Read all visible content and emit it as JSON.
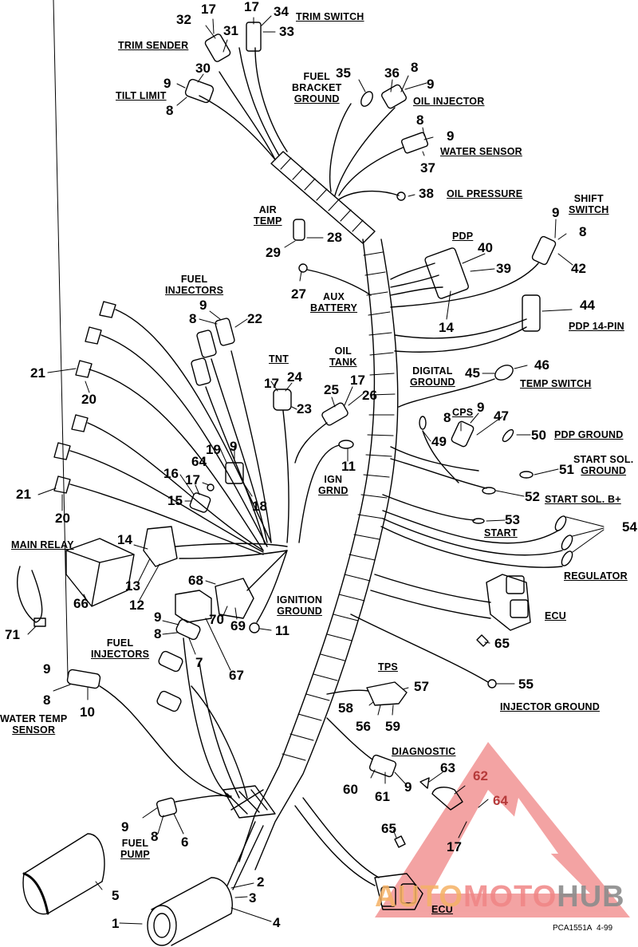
{
  "diagram": {
    "type": "exploded wiring harness parts diagram",
    "reference_code": "PCA1551A",
    "revision": "4-99",
    "watermark": {
      "prefix": "AUTO",
      "middle": "MOTO",
      "suffix": "HUB",
      "colors": {
        "auto": "#f5b266",
        "moto": "#f08585",
        "hub": "#8c8c8c",
        "triangle": "#f08585"
      }
    },
    "labels": {
      "trim_sender": "TRIM SENDER",
      "trim_switch": "TRIM SWITCH",
      "tilt_limit": "TILT LIMIT",
      "fuel_bracket_ground": [
        "FUEL",
        "BRACKET",
        "GROUND"
      ],
      "oil_injector": "OIL INJECTOR",
      "water_sensor": "WATER SENSOR",
      "oil_pressure": "OIL PRESSURE",
      "shift_switch": [
        "SHIFT",
        "SWITCH"
      ],
      "air_temp": [
        "AIR",
        "TEMP"
      ],
      "pdp": "PDP",
      "aux_battery": [
        "AUX",
        "BATTERY"
      ],
      "pdp_14_pin": "PDP 14-PIN",
      "fuel_injectors_top": [
        "FUEL",
        "INJECTORS"
      ],
      "tnt": "TNT",
      "oil_tank": [
        "OIL",
        "TANK"
      ],
      "digital_ground": [
        "DIGITAL",
        "GROUND"
      ],
      "temp_switch": "TEMP SWITCH",
      "cps": "CPS",
      "pdp_ground": "PDP GROUND",
      "start_sol_ground": [
        "START SOL.",
        "GROUND"
      ],
      "start_sol_b": "START SOL. B+",
      "ign_grnd": [
        "IGN",
        "GRND"
      ],
      "start": "START",
      "regulator": "REGULATOR",
      "main_relay": "MAIN RELAY",
      "ignition_ground": [
        "IGNITION",
        "GROUND"
      ],
      "ecu_right": "ECU",
      "fuel_injectors_bottom": [
        "FUEL",
        "INJECTORS"
      ],
      "injector_ground": "INJECTOR GROUND",
      "tps": "TPS",
      "water_temp_sensor": [
        "WATER TEMP",
        "SENSOR"
      ],
      "diagnostic": "DIAGNOSTIC",
      "fuel_pump": [
        "FUEL",
        "PUMP"
      ],
      "ecu_bottom": "ECU"
    },
    "callouts": {
      "c32": "32",
      "c17a": "17",
      "c31": "31",
      "c30": "30",
      "c9a": "9",
      "c8a": "8",
      "c17b": "17",
      "c34": "34",
      "c33": "33",
      "c35": "35",
      "c36": "36",
      "c8b": "8",
      "c9b": "9",
      "c8c": "8",
      "c9c": "9",
      "c37": "37",
      "c38": "38",
      "c9d": "9",
      "c8d": "8",
      "c42": "42",
      "c40": "40",
      "c39": "39",
      "c14a": "14",
      "c44": "44",
      "c28": "28",
      "c29": "29",
      "c27": "27",
      "c9e": "9",
      "c8e": "8",
      "c22": "22",
      "c21a": "21",
      "c20a": "20",
      "c21b": "21",
      "c20b": "20",
      "c17c": "17",
      "c24": "24",
      "c23": "23",
      "c25": "25",
      "c17d": "17",
      "c26": "26",
      "c11a": "11",
      "c45": "45",
      "c46": "46",
      "c8f": "8",
      "c9f": "9",
      "c47": "47",
      "c49": "49",
      "c50": "50",
      "c51": "51",
      "c52": "52",
      "c53": "53",
      "c54": "54",
      "c19": "19",
      "c9g": "9",
      "c64a": "64",
      "c16": "16",
      "c17e": "17",
      "c15": "15",
      "c18": "18",
      "c14b": "14",
      "c13": "13",
      "c12": "12",
      "c66": "66",
      "c71": "71",
      "c68": "68",
      "c70": "70",
      "c69": "69",
      "c11b": "11",
      "c9h": "9",
      "c8h": "8",
      "c7": "7",
      "c67": "67",
      "c65a": "65",
      "c55": "55",
      "c9i": "9",
      "c8i": "8",
      "c10": "10",
      "c57": "57",
      "c58": "58",
      "c56": "56",
      "c59": "59",
      "c60": "60",
      "c61": "61",
      "c9j": "9",
      "c63": "63",
      "c62": "62",
      "c64b": "64",
      "c17f": "17",
      "c65b": "65",
      "c9k": "9",
      "c8k": "8",
      "c6": "6",
      "c5": "5",
      "c2": "2",
      "c3": "3",
      "c4": "4",
      "c1": "1"
    }
  }
}
